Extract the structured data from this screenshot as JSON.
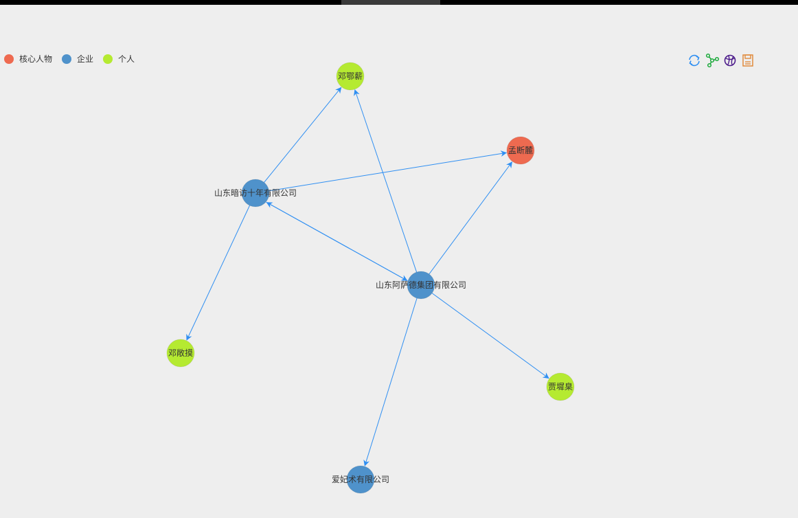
{
  "legend": {
    "items": [
      {
        "label": "核心人物",
        "color": "#ee6a50"
      },
      {
        "label": "企业",
        "color": "#4f92cb"
      },
      {
        "label": "个人",
        "color": "#b5ea31"
      }
    ]
  },
  "toolbox": {
    "icons": [
      "restore-icon",
      "graph-layout-icon",
      "force-layout-icon",
      "save-image-icon"
    ]
  },
  "colors": {
    "core": "#ee6a50",
    "company": "#4f92cb",
    "person": "#b5ea31",
    "edge": "#2f8ff2"
  },
  "nodes": [
    {
      "id": "n1",
      "label": "邓鄂薪",
      "category": "个人"
    },
    {
      "id": "n2",
      "label": "孟断麓",
      "category": "核心人物"
    },
    {
      "id": "n3",
      "label": "山东暗访十年有限公司",
      "category": "企业"
    },
    {
      "id": "n4",
      "label": "山东阿萨德集团有限公司",
      "category": "企业"
    },
    {
      "id": "n5",
      "label": "邓敞摸",
      "category": "个人"
    },
    {
      "id": "n6",
      "label": "贾墀臬",
      "category": "个人"
    },
    {
      "id": "n7",
      "label": "爱妃术有限公司",
      "category": "企业"
    }
  ],
  "edges": [
    {
      "source": "n3",
      "target": "n1"
    },
    {
      "source": "n3",
      "target": "n2"
    },
    {
      "source": "n3",
      "target": "n5"
    },
    {
      "source": "n3",
      "target": "n4"
    },
    {
      "source": "n4",
      "target": "n3"
    },
    {
      "source": "n4",
      "target": "n1"
    },
    {
      "source": "n4",
      "target": "n2"
    },
    {
      "source": "n4",
      "target": "n6"
    },
    {
      "source": "n4",
      "target": "n7"
    }
  ]
}
